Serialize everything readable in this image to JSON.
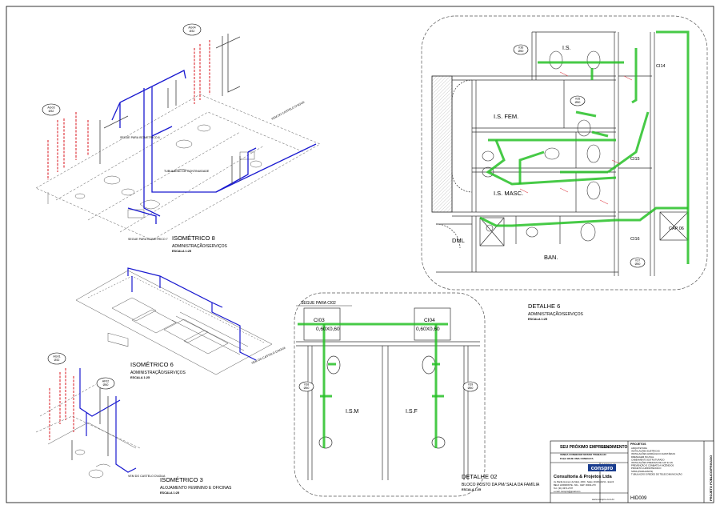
{
  "views": {
    "iso8": {
      "title": "ISOMÉTRICO 8",
      "subtitle": "ADMINISTRAÇÃO/SERVIÇOS",
      "scale": "ESCALA 1:25"
    },
    "iso6": {
      "title": "ISOMÉTRICO 6",
      "subtitle": "ADMINISTRAÇÃO/SERVIÇOS",
      "scale": "ESCALA 1:25"
    },
    "iso3": {
      "title": "ISOMÉTRICO 3",
      "subtitle": "ALOJAMENTO FEMININO E OFICINAS",
      "scale": "ESCALA 1:25"
    },
    "det6": {
      "title": "DETALHE 6",
      "subtitle": "ADMINISTRAÇÃO/SERVIÇOS",
      "scale": "ESCALA 1:25"
    },
    "det2": {
      "title": "DETALHE 02",
      "subtitle": "BLOCO POSTO DA PM/ SALA DA FAMÍLIA",
      "scale": "ESCALA 1:25"
    }
  },
  "rooms": {
    "is_top": "I.S.",
    "is_fem": "I.S. FEM.",
    "is_masc": "I.S. MASC.",
    "dml": "DML",
    "ban": "BAN.",
    "ci14": "CI14",
    "ci15": "CI15",
    "ci16": "CI16",
    "cap06": "CAP 06",
    "ci03": "CI03",
    "ci04": "CI04",
    "ci03_size": "0,60X0,60",
    "ci04_size": "0,60X0,60",
    "ism": "I.S.M",
    "isf": "I.S.F",
    "segue": "SEGUE PARA CI02"
  },
  "tags": {
    "ag04": "AG04\nØ32",
    "ag03": "AG03\nØ32",
    "ag01": "AG01\nØ32",
    "af02": "AF02\nØ50",
    "v36": "V36\nØ50",
    "v35": "V35\nØ50",
    "v37": "V37\nØ50",
    "v38": "V38\nØ50",
    "v39": "V39\nØ50"
  },
  "small_notes": {
    "iso8_a": "SEGUE PARA ISOMETRICO 6",
    "iso8_b": "SEGUE PARA ISOMETRICO 7",
    "iso8_c": "TUBULACAO DE CONTINUIDADE",
    "iso8_d": "VEM DO CASTELO D'AGUA",
    "iso6_a": "VEM DO CASTELO D'AGUA",
    "iso3_a": "VEM DO CASTELO D'AGUA"
  },
  "titleblock": {
    "project": "SEU PRÓXIMO EMPREENDIMENTO",
    "line1": "VENHA CONHECER NOSSO TRABALHO",
    "line2": "FAÇA HOJE UMA CONSULTA",
    "logo": "conspro",
    "company": "Consultoria & Projetos Ltda",
    "addr1": "Av. Barão Homem de Melo, 4300 - Salas 1010/1110/11 - Estoril",
    "addr2": "BELO HORIZONTE - MG - CEP: 30494-270",
    "addr3": "Tel.: (31) 3371-2737",
    "addr4": "e-mail: conspro@gmail.com",
    "web": "www.conspro.com.br",
    "sheet": "HID009",
    "label_titulo": "TÍTULO",
    "label_desenho": "DESENHO",
    "disc_head": "PROJETOS",
    "disciplines": [
      "ARQUITETURA",
      "INSTALAÇÕES ELÉTRICAS",
      "INSTALAÇÕES HIDRÁULICO-SANITÁRIAS",
      "DRENAGEM PLUVIAL",
      "CABEAMENTO ESTRUTURADO",
      "INSTALAÇÕES PREDIAIS DE GLP E GN",
      "PREVENÇÃO E COMBATE A INCÊNDIOS",
      "PROJETO LUMINOTÉCNICO",
      "SPDA (PARA-RAIOS)",
      "TUBULAÇÃO E REDES DE TELECOMUNICAÇÃO"
    ],
    "vertical": "PROJETO PÚBLICO/PRIVADO"
  },
  "colors": {
    "blue": "#1a1ad0",
    "green": "#27c127",
    "red": "#d8141e",
    "line": "#3a3a3a"
  }
}
